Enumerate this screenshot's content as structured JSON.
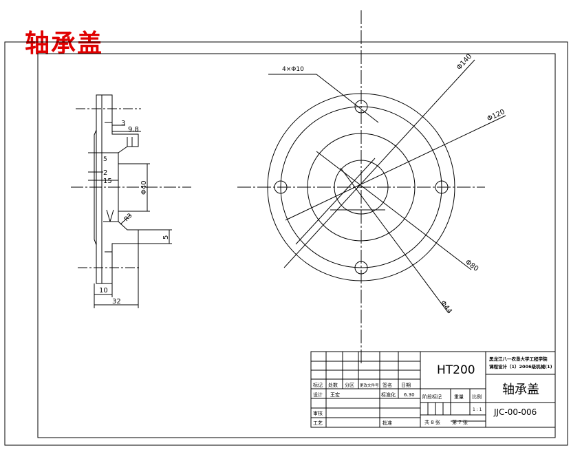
{
  "drawing": {
    "title": "轴承盖",
    "material": "HT200",
    "school_line1": "黑龙江八一农垦大学工程学院",
    "school_line2": "课程设计（1）2006级机械(1)",
    "part_name": "轴承盖",
    "drawing_number": "JJC-00-006",
    "scale_label": "比例",
    "scale_value": "1 : 1",
    "weight_label": "重量",
    "stage_label": "阶段标记",
    "sheets_total": "共 8 张",
    "sheet_no": "第 7 张",
    "col_mark": "标记",
    "col_count": "处数",
    "col_zone": "分区",
    "col_docno": "更改文件号",
    "col_sign": "签名",
    "col_date": "日期",
    "designer_label": "设计",
    "designer_name": "王宏",
    "standard_label": "标准化",
    "standard_date": "6.30",
    "review_label": "审核",
    "process_label": "工艺",
    "approve_label": "批准"
  },
  "dimensions": {
    "side_3": "3",
    "side_9_8": "9.8",
    "side_5_top": "5",
    "side_2": "2",
    "side_15": "15",
    "side_d40": "Φ40",
    "side_r3": "R3",
    "side_5_bottom": "5",
    "side_10": "10",
    "side_32": "32",
    "hole_note": "4×Φ10",
    "d140": "Φ140",
    "d120": "Φ120",
    "d80": "Φ80",
    "d44": "Φ44"
  }
}
